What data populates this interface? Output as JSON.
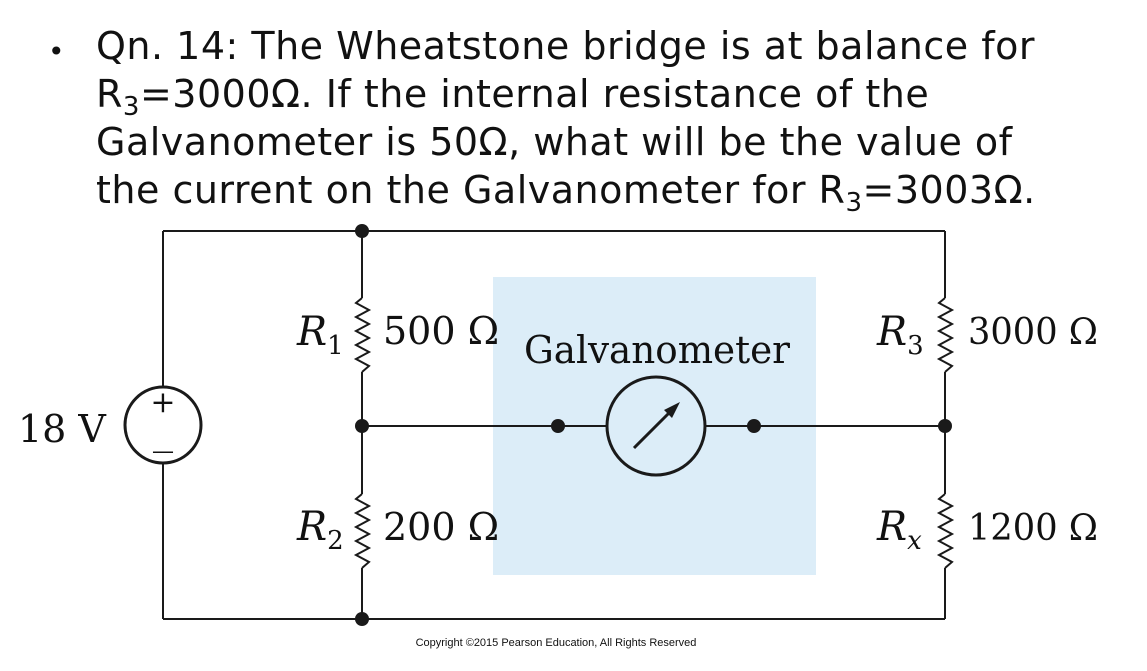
{
  "question": {
    "bullet": "•",
    "line1": "Qn. 14: The Wheatstone bridge is at balance for",
    "line2_prefix": "R",
    "line2_sub": "3",
    "line2_suffix": "=3000Ω. If the internal resistance of the",
    "line3": "Galvanometer is 50Ω, what will be the value of",
    "line4_prefix": "the current on the Galvanometer for R",
    "line4_sub": "3",
    "line4_suffix": "=3003Ω."
  },
  "circuit": {
    "source": {
      "label": "18 V",
      "plus": "+",
      "minus": "—"
    },
    "r1": {
      "name": "R",
      "sub": "1",
      "value": "500 Ω"
    },
    "r2": {
      "name": "R",
      "sub": "2",
      "value": "200 Ω"
    },
    "r3": {
      "name": "R",
      "sub": "3",
      "value": "3000 Ω"
    },
    "rx": {
      "name": "R",
      "sub": "x",
      "value": "1200 Ω"
    },
    "galvanometer_label": "Galvanometer",
    "colors": {
      "galvanometer_box": "#dcedf8",
      "wire": "#1a1a1a"
    }
  },
  "footer": {
    "copyright": "Copyright ©2015 Pearson Education, All Rights Reserved"
  }
}
